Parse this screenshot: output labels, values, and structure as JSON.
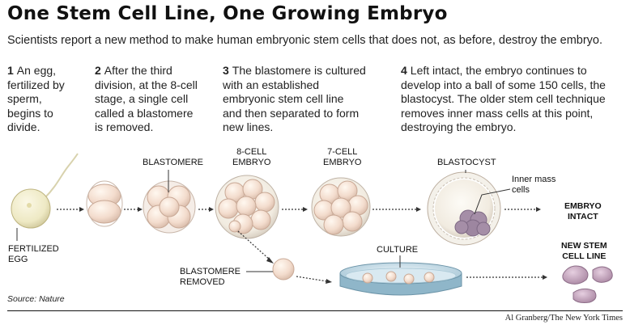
{
  "header": {
    "title": "One Stem Cell Line, One Growing Embryo",
    "subtitle": "Scientists report a new method to make human embryonic stem cells that does not, as before, destroy the embryo."
  },
  "steps": [
    {
      "num": "1",
      "lines": [
        "An egg,",
        "fertilized by",
        "sperm,",
        "begins to",
        "divide."
      ]
    },
    {
      "num": "2",
      "lines": [
        "After the third",
        "division, at the 8-cell",
        "stage, a single cell",
        "called a blastomere",
        "is removed."
      ]
    },
    {
      "num": "3",
      "lines": [
        "The blastomere is cultured",
        "with an established",
        "embryonic stem cell line",
        "and then separated to form",
        "new lines."
      ]
    },
    {
      "num": "4",
      "lines": [
        "Left intact, the embryo continues to",
        "develop into a ball of some 150 cells, the",
        "blastocyst. The older stem cell technique",
        "removes inner mass cells at this point,",
        "destroying the embryo."
      ]
    }
  ],
  "labels": {
    "blastomere": "BLASTOMERE",
    "eight_cell_1": "8-CELL",
    "eight_cell_2": "EMBRYO",
    "seven_cell_1": "7-CELL",
    "seven_cell_2": "EMBRYO",
    "blastocyst": "BLASTOCYST",
    "inner_mass_1": "Inner mass",
    "inner_mass_2": "cells",
    "embryo_intact_1": "EMBRYO",
    "embryo_intact_2": "INTACT",
    "fertilized_1": "FERTILIZED",
    "fertilized_2": "EGG",
    "culture": "CULTURE",
    "new_stem_1": "NEW STEM",
    "new_stem_2": "CELL LINE",
    "removed_1": "BLASTOMERE",
    "removed_2": "REMOVED"
  },
  "footer": {
    "source": "Source: Nature",
    "credit": "Al Granberg/The New York Times"
  }
}
